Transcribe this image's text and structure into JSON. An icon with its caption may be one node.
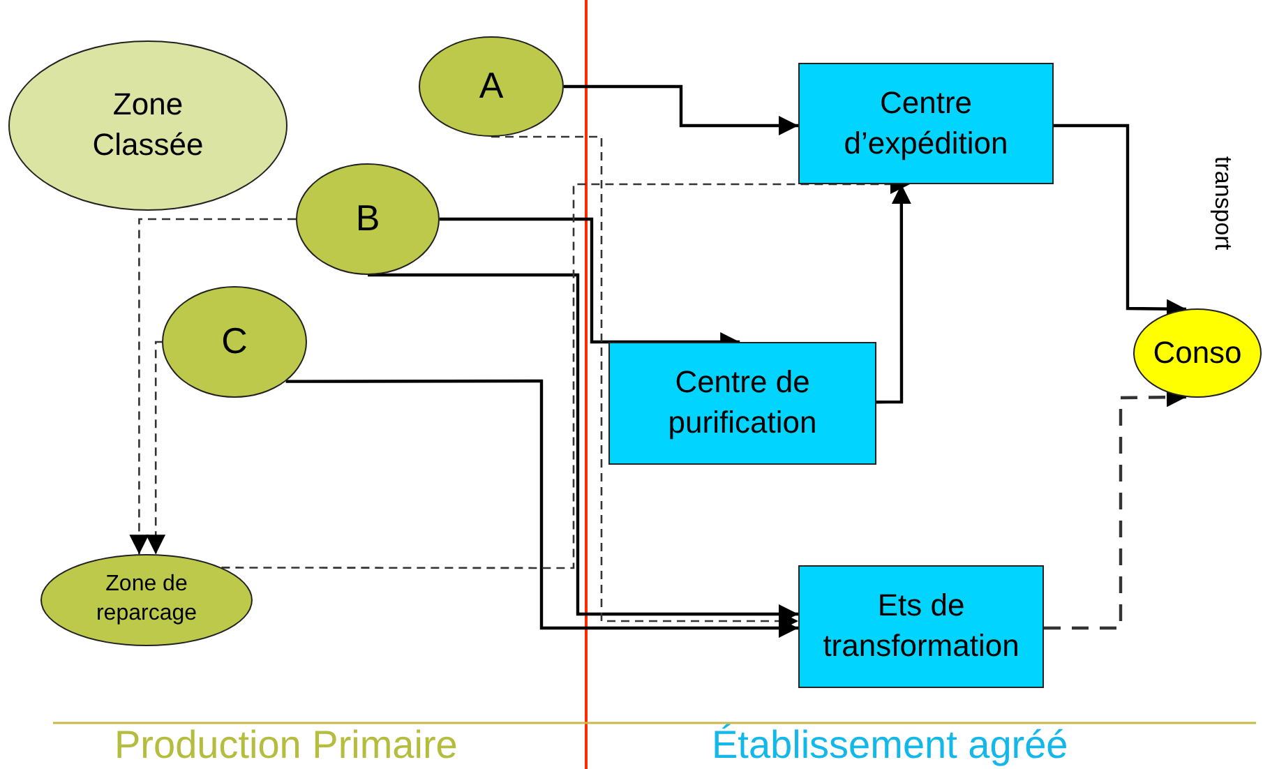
{
  "diagram": {
    "nodes": [
      {
        "text": [
          "Zone Classée"
        ]
      },
      {
        "text": [
          "A"
        ]
      },
      {
        "text": [
          "B"
        ]
      },
      {
        "text": [
          "C"
        ]
      },
      {
        "text": [
          "Centre d’expédition"
        ]
      },
      {
        "text": [
          "Centre de purification"
        ]
      },
      {
        "text": [
          "Ets de transformation"
        ]
      },
      {
        "text": [
          "Conso"
        ]
      },
      {
        "text": [
          "Zone de reparcage"
        ]
      }
    ],
    "edges": [
      {
        "from": 1,
        "to": 4,
        "arrow": "to"
      },
      {
        "from": 2,
        "to": 5,
        "arrow": "to"
      },
      {
        "from": 2,
        "to": 6,
        "arrow": "to"
      },
      {
        "from": 3,
        "to": 6,
        "arrow": "to"
      },
      {
        "from": 1,
        "to": 6,
        "arrow": "to",
        "style": "dashed"
      },
      {
        "from": 2,
        "to": 8,
        "arrow": "to",
        "style": "dashed"
      },
      {
        "from": 3,
        "to": 8,
        "arrow": "to",
        "style": "dashed"
      },
      {
        "from": 8,
        "to": 4,
        "arrow": "to",
        "style": "dashed"
      },
      {
        "from": 5,
        "to": 4,
        "arrow": "to"
      },
      {
        "from": 4,
        "to": 7,
        "arrow": "to"
      },
      {
        "from": 6,
        "to": 7,
        "arrow": "to",
        "style": "dashed"
      }
    ],
    "labels": [
      "transport",
      "Production Primaire",
      "Établissement agréé"
    ]
  }
}
